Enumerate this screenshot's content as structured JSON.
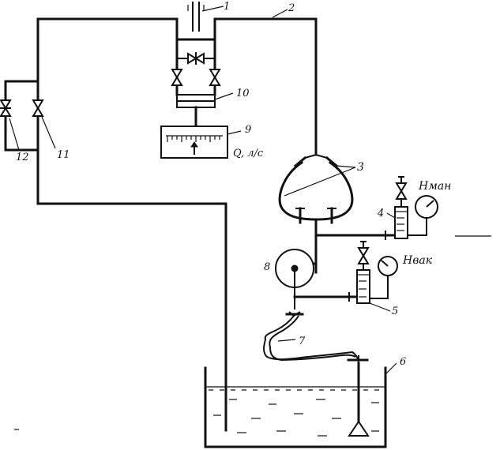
{
  "labels": {
    "l1": "1",
    "l2": "2",
    "l3": "3",
    "l4": "4",
    "l5": "5",
    "l6": "6",
    "l7": "7",
    "l8": "8",
    "l9": "9",
    "l10": "10",
    "l11": "11",
    "l12": "12",
    "flow_unit": "Q, л/с",
    "h_man": "Hман",
    "h_vak": "Hвак"
  },
  "icons": {
    "valve": "gate-valve-icon",
    "gauge": "pressure-gauge-icon",
    "pump": "centrifugal-pump-icon"
  },
  "colors": {
    "ink": "#111111",
    "paper": "#ffffff"
  }
}
